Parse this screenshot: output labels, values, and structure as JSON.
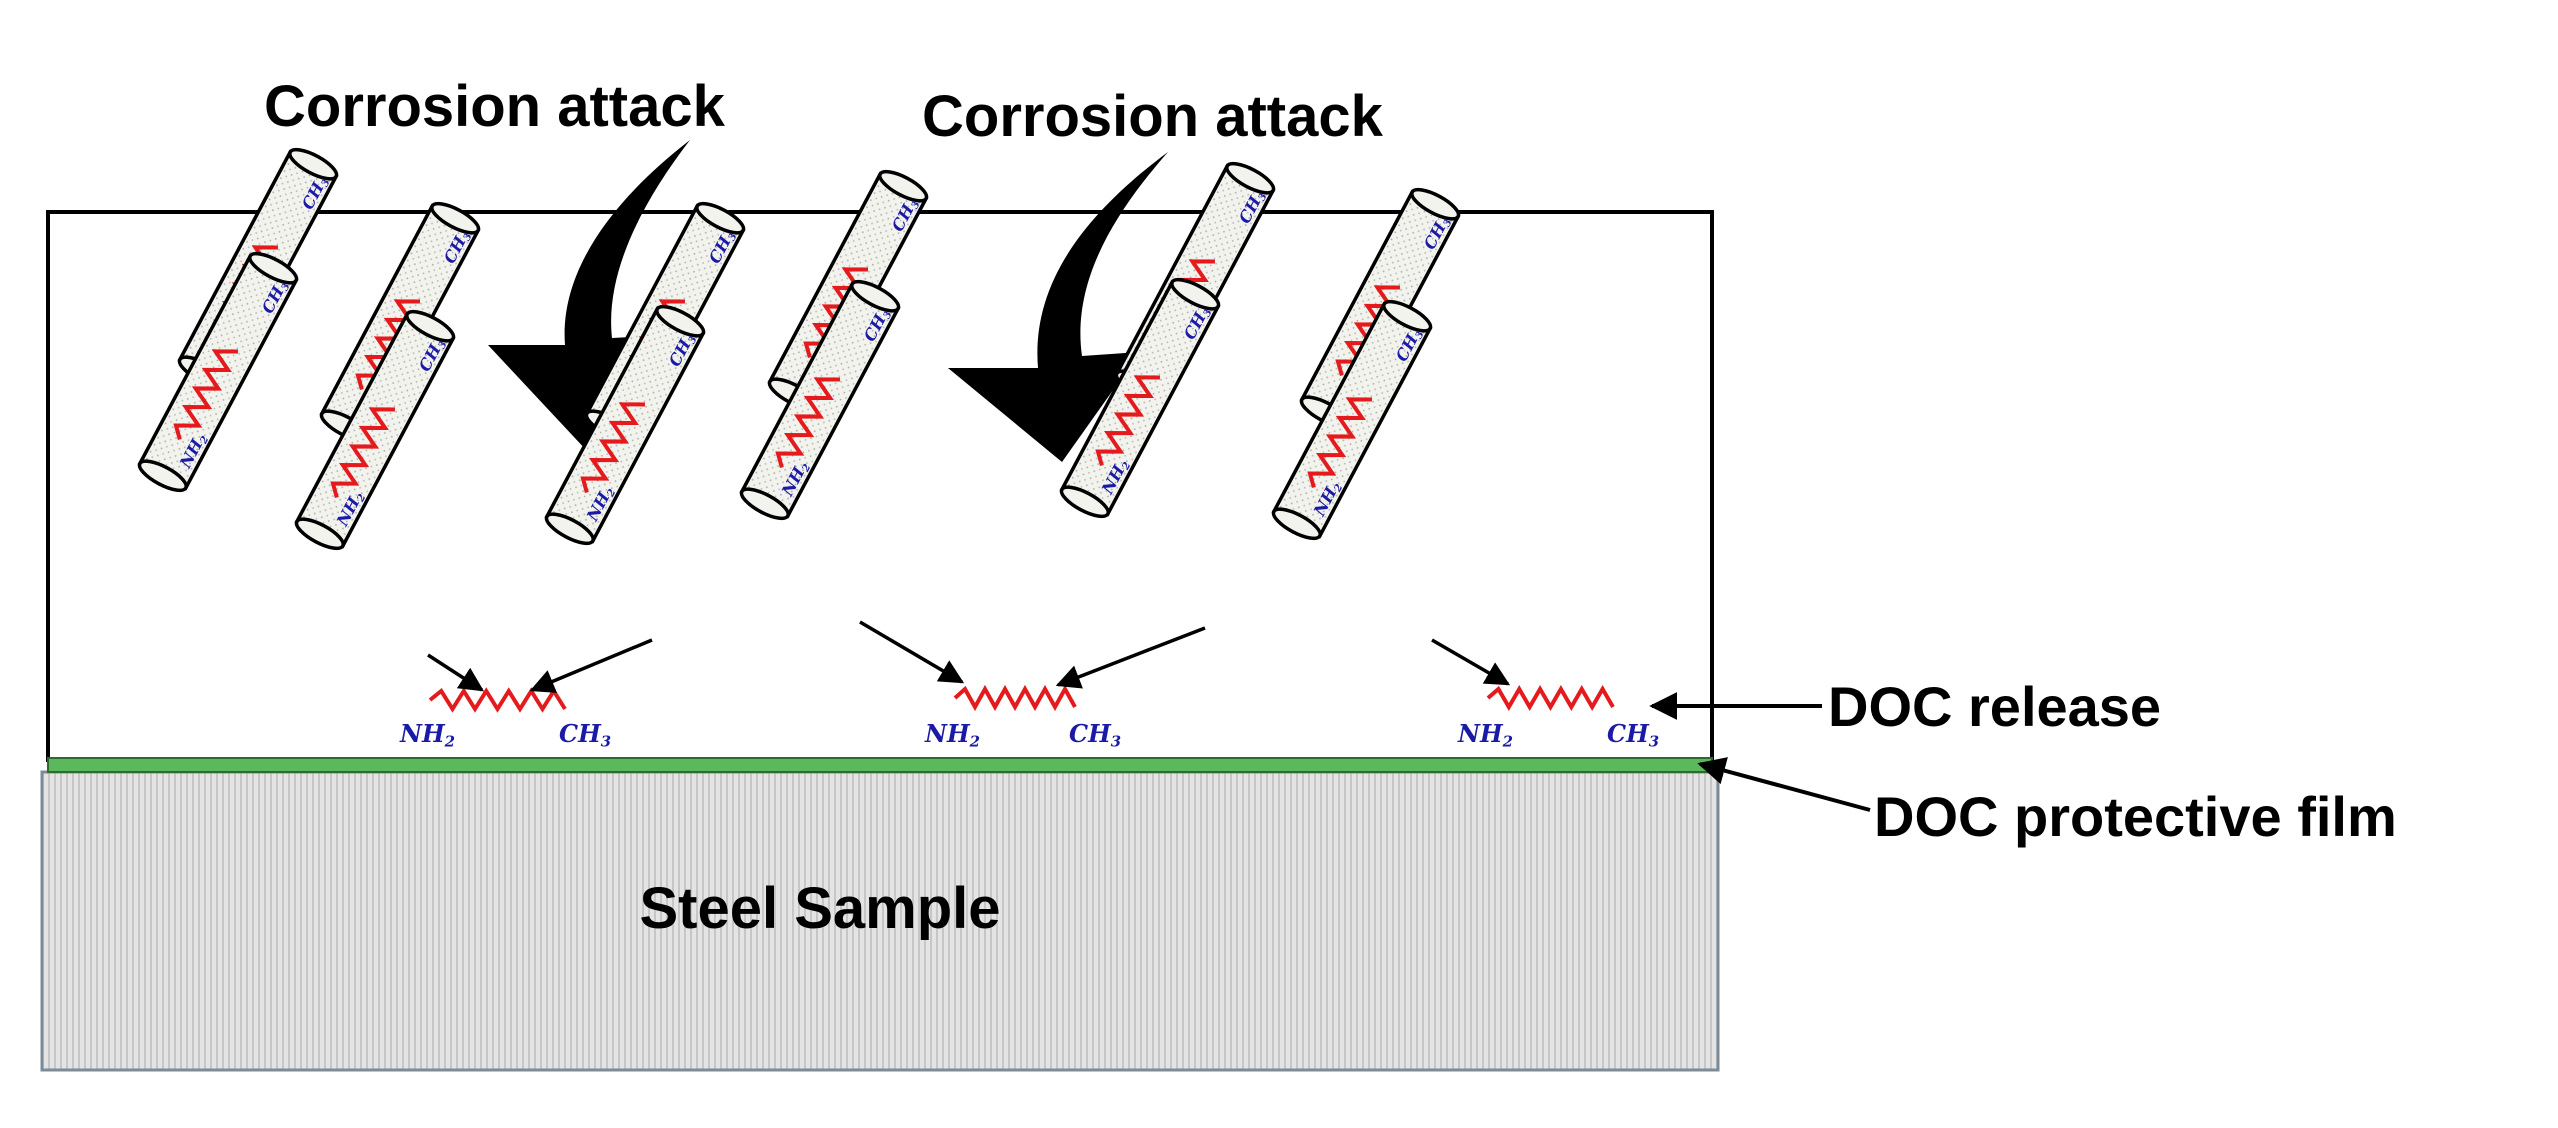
{
  "labels": {
    "corrosion_attack_left": "Corrosion attack",
    "corrosion_attack_right": "Corrosion attack",
    "doc_release": "DOC release",
    "doc_protective_film": "DOC protective film",
    "steel_sample": "Steel Sample"
  },
  "chemistry": {
    "amine_group": "NH",
    "amine_subscript": "2",
    "methyl_group": "CH",
    "methyl_subscript": "3"
  },
  "colors": {
    "film": "#5cb85c",
    "steel_fill": "#e2e2e2",
    "zigzag": "#e41a1c",
    "chem_text": "#1a1aa6",
    "arrow": "#000000"
  }
}
